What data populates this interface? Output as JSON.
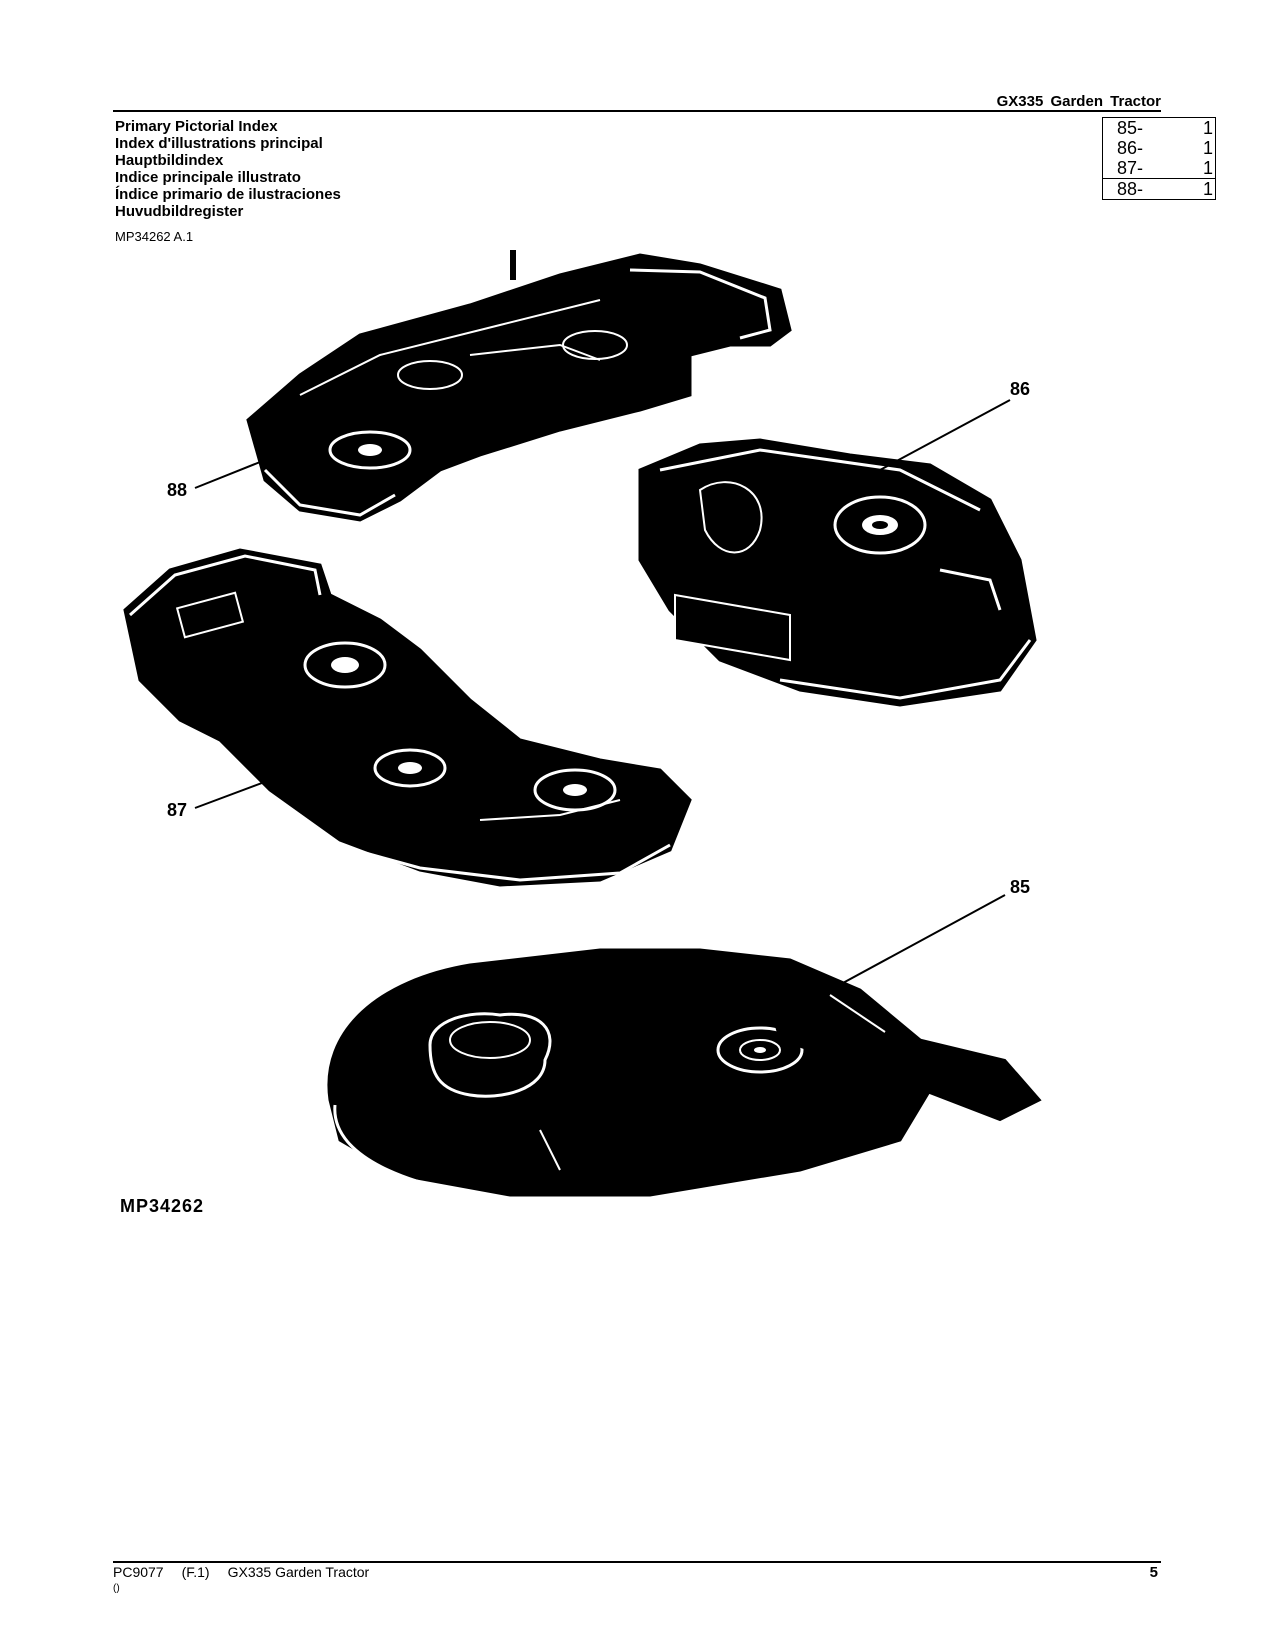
{
  "header": {
    "title": "GX335 Garden Tractor"
  },
  "titles": [
    "Primary Pictorial Index",
    "Index d'illustrations principal",
    "Hauptbildindex",
    "Indice principale illustrato",
    "Índice primario de ilustraciones",
    "Huvudbildregister"
  ],
  "sub_reference": "MP34262 A.1",
  "index": [
    {
      "ref": "85-",
      "page": "1"
    },
    {
      "ref": "86-",
      "page": "1"
    },
    {
      "ref": "87-",
      "page": "1"
    },
    {
      "ref": "88-",
      "page": "1"
    }
  ],
  "illustration": {
    "code": "MP34262",
    "callouts": [
      "88",
      "86",
      "87",
      "85"
    ]
  },
  "footer": {
    "doc_id": "PC9077",
    "revision": "(F.1)",
    "model": "GX335 Garden Tractor",
    "sub": "()",
    "page_number": "5"
  }
}
